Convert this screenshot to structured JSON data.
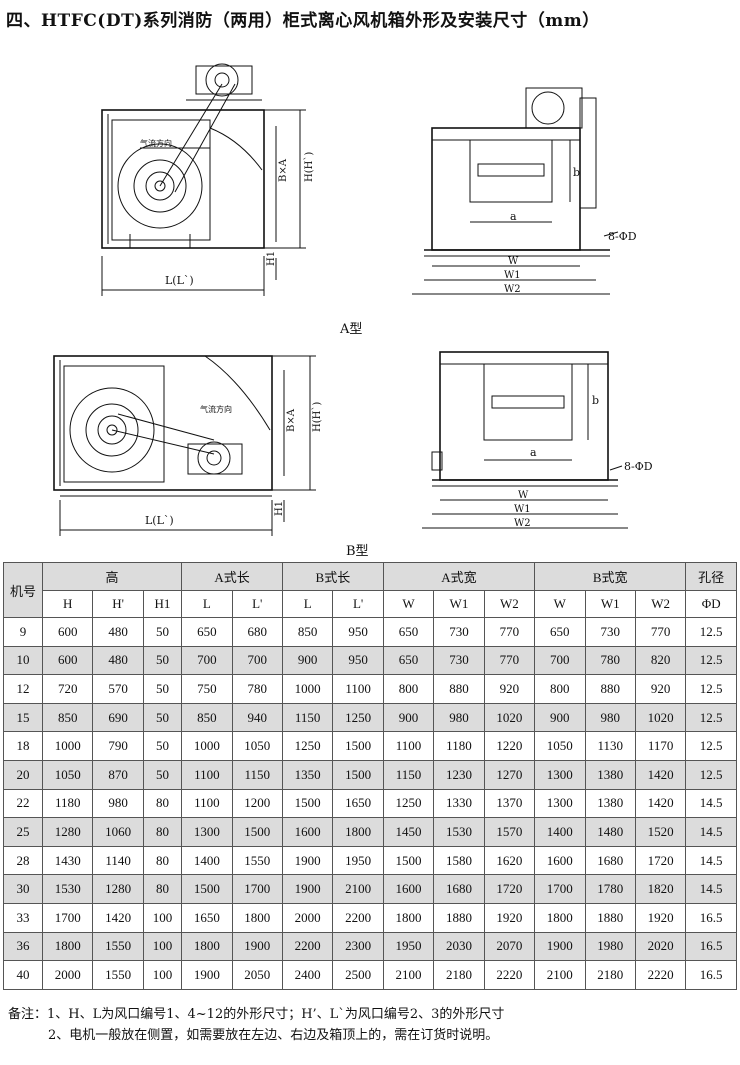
{
  "title": "四、HTFC(DT)系列消防（两用）柜式离心风机箱外形及安装尺寸（mm）",
  "drawings": {
    "a_caption": "A型",
    "b_caption": "B型",
    "airflow": "气流方向",
    "labels": {
      "bxa": "B×A",
      "h_hp": "H(H`)",
      "h1": "H1",
      "l_lp": "L(L`)",
      "a": "a",
      "b": "b",
      "w": "W",
      "w1": "W1",
      "w2": "W2",
      "holes": "8-ΦD"
    }
  },
  "table": {
    "group_headers": [
      "机号",
      "高",
      "A式长",
      "B式长",
      "A式宽",
      "B式宽",
      "孔径"
    ],
    "sub_headers": [
      "H",
      "H'",
      "H1",
      "L",
      "L'",
      "L",
      "L'",
      "W",
      "W1",
      "W2",
      "W",
      "W1",
      "W2",
      "ΦD"
    ],
    "rows": [
      [
        "9",
        "600",
        "480",
        "50",
        "650",
        "680",
        "850",
        "950",
        "650",
        "730",
        "770",
        "650",
        "730",
        "770",
        "12.5"
      ],
      [
        "10",
        "600",
        "480",
        "50",
        "700",
        "700",
        "900",
        "950",
        "650",
        "730",
        "770",
        "700",
        "780",
        "820",
        "12.5"
      ],
      [
        "12",
        "720",
        "570",
        "50",
        "750",
        "780",
        "1000",
        "1100",
        "800",
        "880",
        "920",
        "800",
        "880",
        "920",
        "12.5"
      ],
      [
        "15",
        "850",
        "690",
        "50",
        "850",
        "940",
        "1150",
        "1250",
        "900",
        "980",
        "1020",
        "900",
        "980",
        "1020",
        "12.5"
      ],
      [
        "18",
        "1000",
        "790",
        "50",
        "1000",
        "1050",
        "1250",
        "1500",
        "1100",
        "1180",
        "1220",
        "1050",
        "1130",
        "1170",
        "12.5"
      ],
      [
        "20",
        "1050",
        "870",
        "50",
        "1100",
        "1150",
        "1350",
        "1500",
        "1150",
        "1230",
        "1270",
        "1300",
        "1380",
        "1420",
        "12.5"
      ],
      [
        "22",
        "1180",
        "980",
        "80",
        "1100",
        "1200",
        "1500",
        "1650",
        "1250",
        "1330",
        "1370",
        "1300",
        "1380",
        "1420",
        "14.5"
      ],
      [
        "25",
        "1280",
        "1060",
        "80",
        "1300",
        "1500",
        "1600",
        "1800",
        "1450",
        "1530",
        "1570",
        "1400",
        "1480",
        "1520",
        "14.5"
      ],
      [
        "28",
        "1430",
        "1140",
        "80",
        "1400",
        "1550",
        "1900",
        "1950",
        "1500",
        "1580",
        "1620",
        "1600",
        "1680",
        "1720",
        "14.5"
      ],
      [
        "30",
        "1530",
        "1280",
        "80",
        "1500",
        "1700",
        "1900",
        "2100",
        "1600",
        "1680",
        "1720",
        "1700",
        "1780",
        "1820",
        "14.5"
      ],
      [
        "33",
        "1700",
        "1420",
        "100",
        "1650",
        "1800",
        "2000",
        "2200",
        "1800",
        "1880",
        "1920",
        "1800",
        "1880",
        "1920",
        "16.5"
      ],
      [
        "36",
        "1800",
        "1550",
        "100",
        "1800",
        "1900",
        "2200",
        "2300",
        "1950",
        "2030",
        "2070",
        "1900",
        "1980",
        "2020",
        "16.5"
      ],
      [
        "40",
        "2000",
        "1550",
        "100",
        "1900",
        "2050",
        "2400",
        "2500",
        "2100",
        "2180",
        "2220",
        "2100",
        "2180",
        "2220",
        "16.5"
      ]
    ]
  },
  "notes": {
    "line1": "备注：1、H、L为风口编号1、4~12的外形尺寸；H’、L`为风口编号2、3的外形尺寸",
    "line2": "2、电机一般放在侧置，如需要放在左边、右边及箱顶上的，需在订货时说明。"
  }
}
